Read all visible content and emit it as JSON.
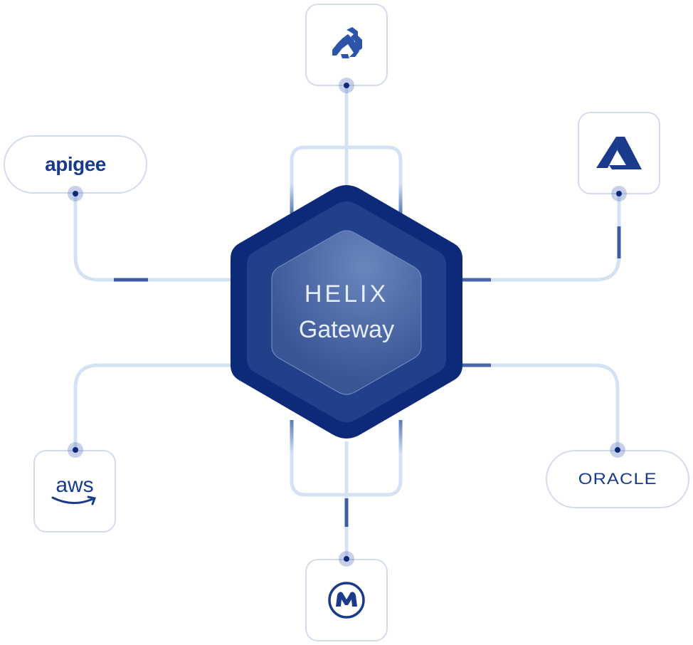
{
  "diagram": {
    "hub": {
      "brand": "HELIX",
      "subtitle": "Gateway"
    },
    "integrations": [
      {
        "id": "kong",
        "label": "Kong",
        "icon": "kong-gorilla-icon",
        "position": "top"
      },
      {
        "id": "apigee",
        "label": "apigee",
        "icon": "apigee-wordmark",
        "position": "top-left"
      },
      {
        "id": "azure",
        "label": "Azure",
        "icon": "azure-icon",
        "position": "top-right"
      },
      {
        "id": "aws",
        "label": "aws",
        "icon": "aws-wordmark",
        "position": "bottom-left"
      },
      {
        "id": "oracle",
        "label": "ORACLE",
        "icon": "oracle-wordmark",
        "position": "bottom-right"
      },
      {
        "id": "mulesoft",
        "label": "MuleSoft",
        "icon": "mulesoft-icon",
        "position": "bottom"
      }
    ],
    "colors": {
      "hex_outer": "#0c2a78",
      "hex_mid": "#1f3f8c",
      "hex_inner": "#3a5a9e",
      "line_light": "#d4e2f4",
      "logo": "#1e3f95"
    }
  }
}
